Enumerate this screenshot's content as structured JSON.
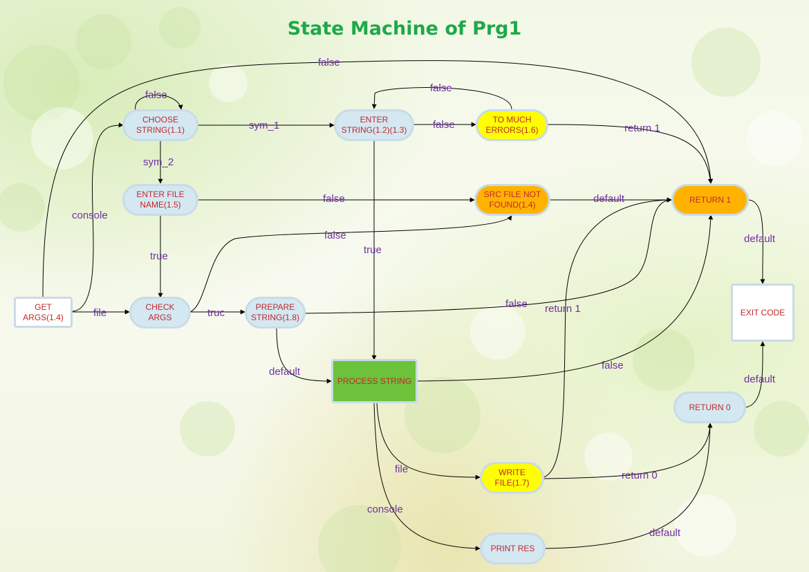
{
  "title": "State Machine of Prg1",
  "nodes": {
    "get_args": "GET ARGS(1.4)",
    "choose_string": "CHOOSE STRING(1.1)",
    "enter_string": "ENTER STRING(1.2)(1.3)",
    "too_much_errors": "TO MUCH ERRORS(1.6)",
    "enter_file_name": "ENTER FILE NAME(1.5)",
    "src_file_not_found": "SRC FILE NOT FOUND(1.4)",
    "return_1": "RETURN 1",
    "check_args": "CHECK ARGS",
    "prepare_string": "PREPARE STRING(1.8)",
    "exit_code": "EXIT CODE",
    "process_string": "PROCESS STRING",
    "return_0": "RETURN 0",
    "write_file": "WRITE FILE(1.7)",
    "print_res": "PRINT RES"
  },
  "edges": [
    {
      "from": "get_args",
      "to": "return_1",
      "label": "false"
    },
    {
      "from": "get_args",
      "to": "choose_string",
      "label": "console"
    },
    {
      "from": "get_args",
      "to": "check_args",
      "label": "file"
    },
    {
      "from": "choose_string",
      "to": "choose_string",
      "label": "false"
    },
    {
      "from": "choose_string",
      "to": "enter_string",
      "label": "sym_1"
    },
    {
      "from": "choose_string",
      "to": "enter_file_name",
      "label": "sym_2"
    },
    {
      "from": "too_much_errors",
      "to": "enter_string",
      "label": "false"
    },
    {
      "from": "enter_string",
      "to": "too_much_errors",
      "label": "false"
    },
    {
      "from": "too_much_errors",
      "to": "return_1",
      "label": "return 1"
    },
    {
      "from": "enter_file_name",
      "to": "src_file_not_found",
      "label": "false"
    },
    {
      "from": "src_file_not_found",
      "to": "return_1",
      "label": "default"
    },
    {
      "from": "enter_file_name",
      "to": "check_args",
      "label": "true"
    },
    {
      "from": "check_args",
      "to": "src_file_not_found",
      "label": "false"
    },
    {
      "from": "enter_string",
      "to": "process_string",
      "label": "true"
    },
    {
      "from": "check_args",
      "to": "prepare_string",
      "label": "truc"
    },
    {
      "from": "prepare_string",
      "to": "return_1",
      "label": "false"
    },
    {
      "from": "write_file",
      "to": "return_1",
      "label": "return 1"
    },
    {
      "from": "prepare_string",
      "to": "process_string",
      "label": "default"
    },
    {
      "from": "process_string",
      "to": "return_1",
      "label": "false"
    },
    {
      "from": "return_1",
      "to": "exit_code",
      "label": "default"
    },
    {
      "from": "return_0",
      "to": "exit_code",
      "label": "default"
    },
    {
      "from": "process_string",
      "to": "write_file",
      "label": "file"
    },
    {
      "from": "write_file",
      "to": "return_0",
      "label": "return 0"
    },
    {
      "from": "process_string",
      "to": "print_res",
      "label": "console"
    },
    {
      "from": "print_res",
      "to": "return_0",
      "label": "default"
    }
  ]
}
